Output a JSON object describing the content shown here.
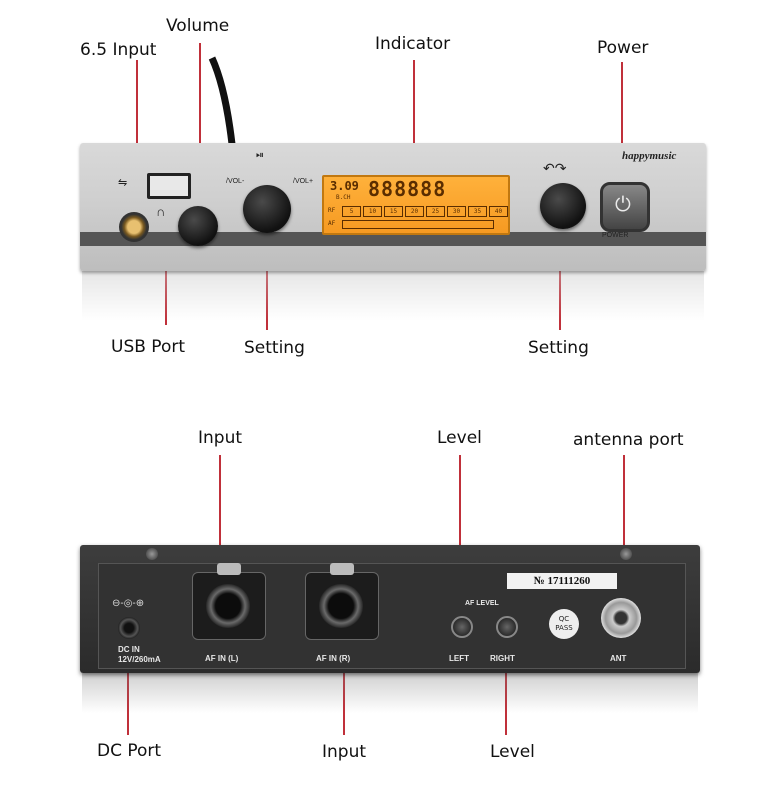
{
  "front_callouts": {
    "volume": "Volume",
    "input_65": "6.5 Input",
    "indicator": "Indicator",
    "power": "Power",
    "usb_port": "USB Port",
    "setting_left": "Setting",
    "setting_right": "Setting"
  },
  "rear_callouts": {
    "input_top": "Input",
    "level_top": "Level",
    "antenna_port": "antenna port",
    "dc_port": "DC Port",
    "input_bottom": "Input",
    "level_bottom": "Level"
  },
  "front_panel": {
    "brand": "happymusic",
    "power_label": "POWER",
    "vol_minus": "/VOL-",
    "vol_plus": "/VOL+",
    "lcd_channel": "3.09",
    "lcd_bch": "B.CH",
    "lcd_rf": "RF",
    "lcd_af": "AF",
    "lcd_digits": "888888",
    "lcd_scale": [
      "5",
      "10",
      "15",
      "20",
      "25",
      "30",
      "35",
      "40"
    ]
  },
  "rear_panel": {
    "serial": "№ 17111260",
    "dc_in": "DC IN",
    "dc_rating": "12V/260mA",
    "af_in_l": "AF IN (L)",
    "af_in_r": "AF IN (R)",
    "af_level": "AF LEVEL",
    "left": "LEFT",
    "right": "RIGHT",
    "ant": "ANT",
    "qc_line1": "QC",
    "qc_line2": "PASS"
  },
  "colors": {
    "lcd": "#f69a22",
    "front_body": "#cfcfcf",
    "rear_body": "#2b2b2b",
    "callout_line": "#c0303a"
  }
}
